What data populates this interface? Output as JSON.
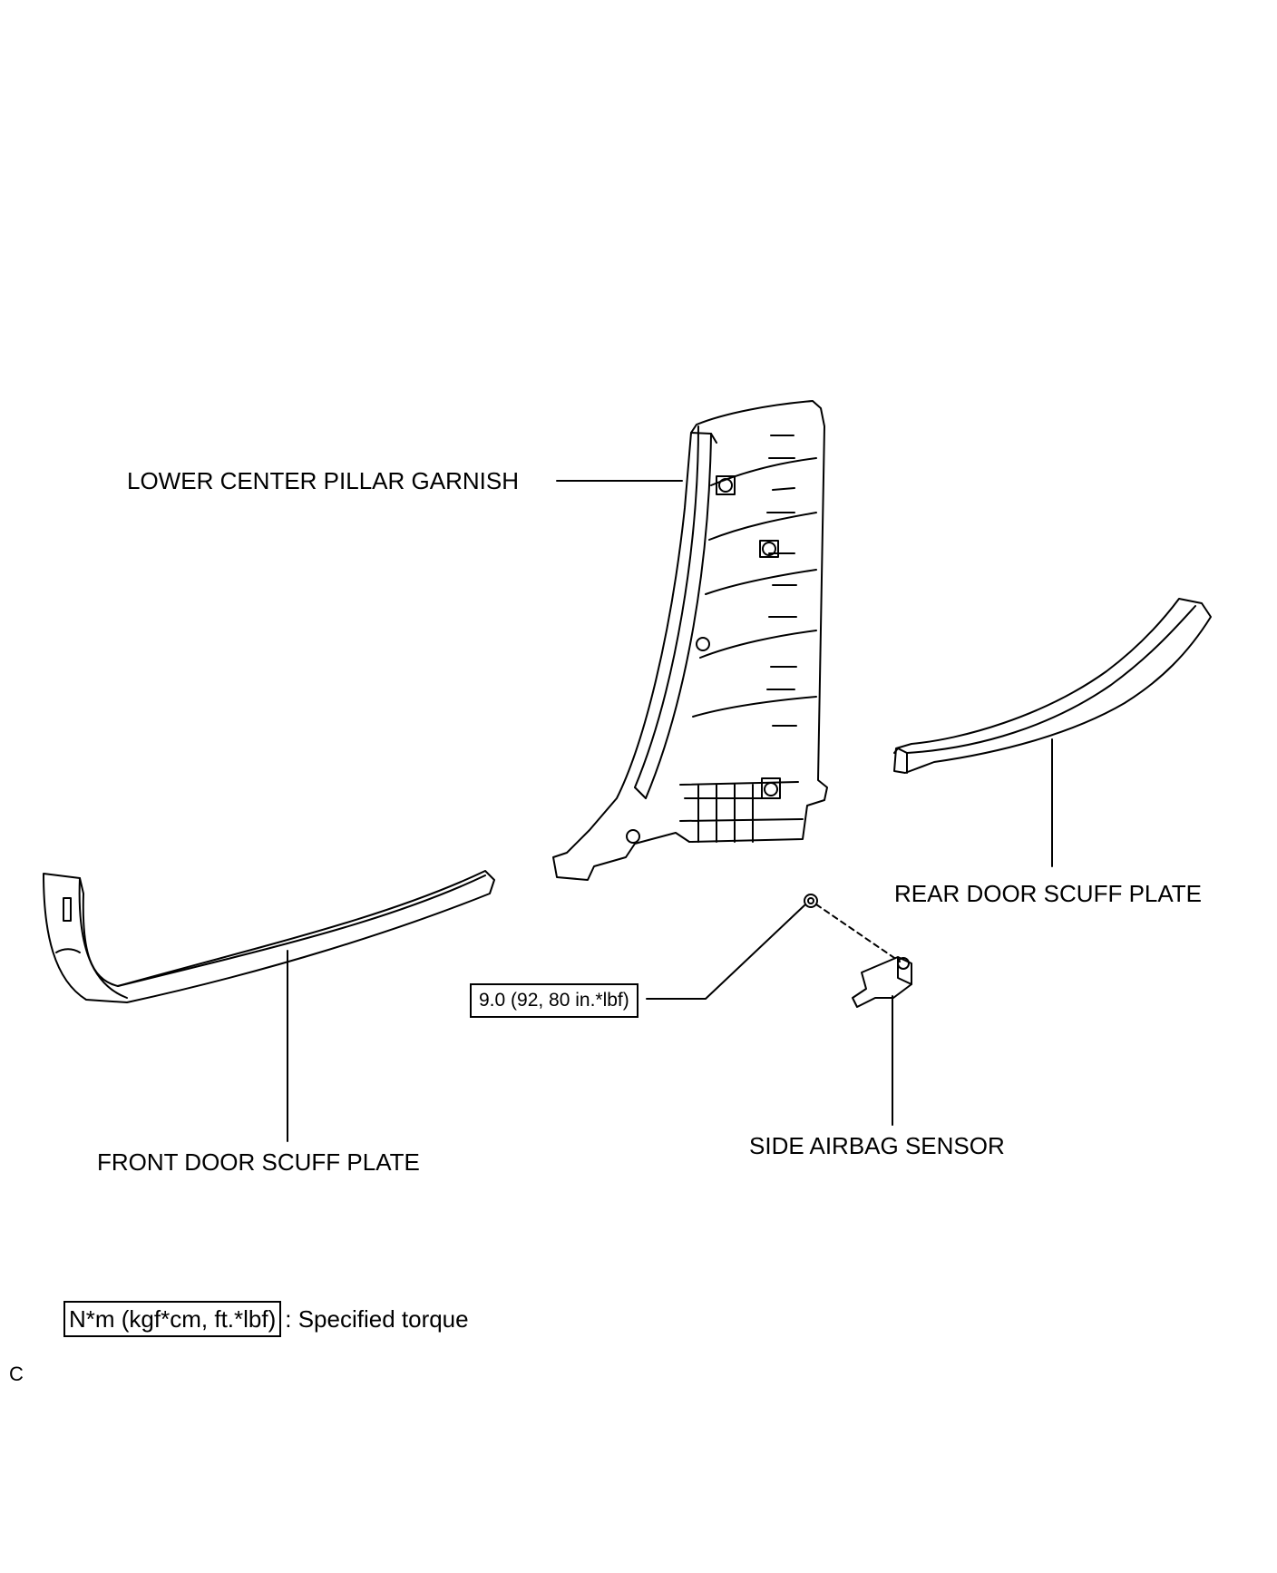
{
  "labels": {
    "pillar": "LOWER CENTER PILLAR GARNISH",
    "rear_scuff": "REAR DOOR SCUFF PLATE",
    "front_scuff": "FRONT DOOR SCUFF PLATE",
    "airbag_sensor": "SIDE AIRBAG SENSOR"
  },
  "torque": {
    "value": "9.0 (92, 80 in.*lbf)"
  },
  "legend": {
    "box": "N*m (kgf*cm, ft.*lbf)",
    "text": ": Specified torque"
  },
  "corner_mark": "C"
}
